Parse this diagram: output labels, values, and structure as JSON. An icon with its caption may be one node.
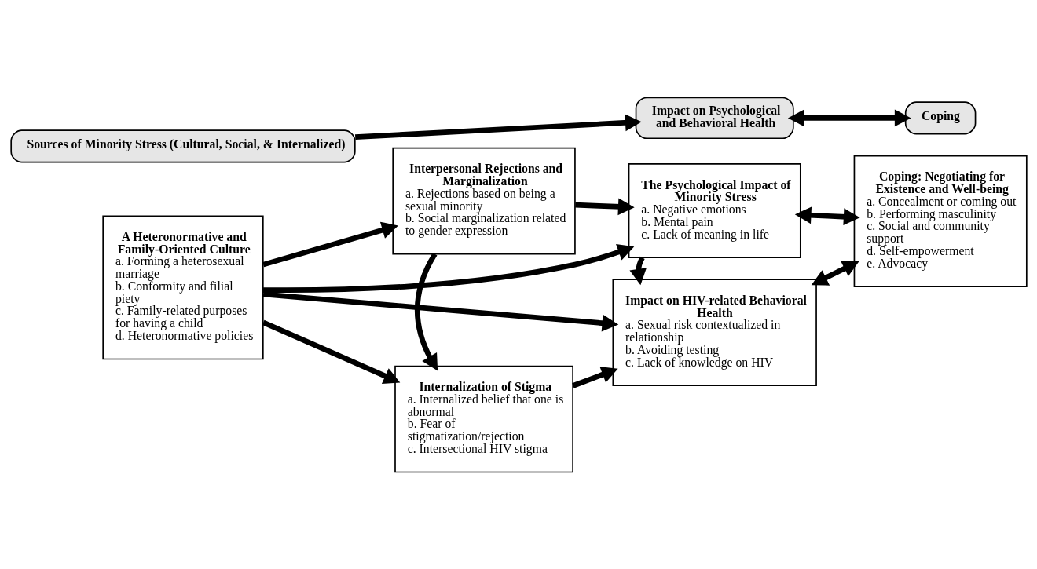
{
  "diagram": {
    "nodes": [
      {
        "text": [
          "Sources of Minority Stress (Cultural, Social, & Internalized)"
        ]
      },
      {
        "text": [
          "Impact on Psychological and Behavioral Health"
        ]
      },
      {
        "text": [
          "Coping"
        ]
      },
      {
        "text": [
          "A Heteronormative and Family-Oriented Culture",
          "a. Forming a heterosexual marriage",
          "b. Conformity and filial piety",
          "c. Family-related purposes for having a child",
          "d. Heteronormative policies"
        ]
      },
      {
        "text": [
          "Interpersonal Rejections and Marginalization",
          "a. Rejections based on being a sexual minority",
          "b. Social marginalization related to gender expression"
        ]
      },
      {
        "text": [
          "Internalization of Stigma",
          "a. Internalized belief that one is abnormal",
          "b. Fear of stigmatization/rejection",
          "c. Intersectional HIV stigma"
        ]
      },
      {
        "text": [
          "The Psychological Impact of Minority Stress",
          "a. Negative emotions",
          "b. Mental pain",
          "c. Lack of meaning in life"
        ]
      },
      {
        "text": [
          "Impact on HIV-related Behavioral Health",
          "a. Sexual risk contextualized in relationship",
          "b. Avoiding testing",
          "c. Lack of knowledge on HIV"
        ]
      },
      {
        "text": [
          "Coping: Negotiating for Existence and Well-being",
          "a. Concealment or coming out",
          "b. Performing masculinity",
          "c. Social and community support",
          "d. Self-empowerment",
          "e. Advocacy"
        ]
      }
    ],
    "edges": [
      {
        "from": 0,
        "to": 1,
        "arrow": "to"
      },
      {
        "from": 1,
        "to": 2,
        "arrow": "both"
      },
      {
        "from": 3,
        "to": 6,
        "arrow": "to"
      },
      {
        "from": 3,
        "to": 4,
        "arrow": "to"
      },
      {
        "from": 4,
        "to": 6,
        "arrow": "to"
      },
      {
        "from": 6,
        "to": 8,
        "arrow": "both"
      },
      {
        "from": 4,
        "to": 5,
        "arrow": "to"
      },
      {
        "from": 6,
        "to": 7,
        "arrow": "to"
      },
      {
        "from": 3,
        "to": 5,
        "arrow": "to"
      },
      {
        "from": 5,
        "to": 7,
        "arrow": "to"
      },
      {
        "from": 7,
        "to": 8,
        "arrow": "both"
      },
      {
        "from": 3,
        "to": 7,
        "arrow": "to"
      }
    ]
  }
}
